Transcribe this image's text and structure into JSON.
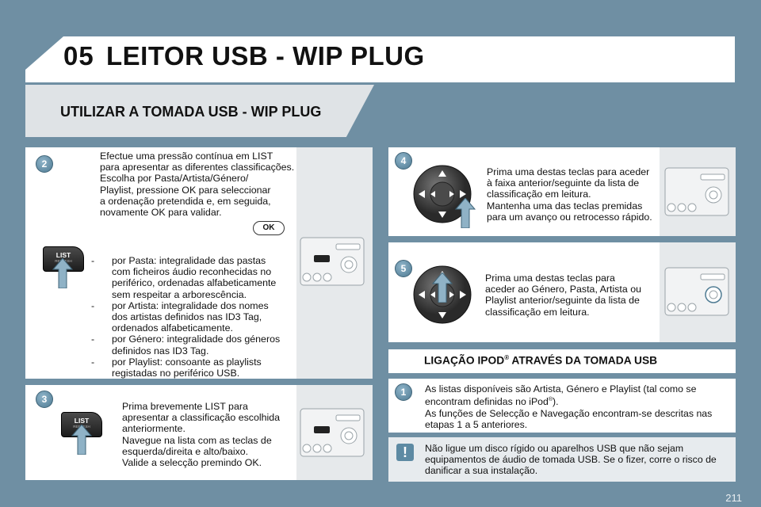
{
  "header": {
    "chapter": "05",
    "title": "LEITOR USB - WIP PLUG",
    "section": "UTILIZAR A TOMADA USB - WIP PLUG"
  },
  "step2": {
    "badge": "2",
    "intro": [
      "Efectue uma pressão contínua em LIST",
      "para apresentar as diferentes classificações.",
      "Escolha por Pasta/Artista/Género/",
      "Playlist, pressione OK para seleccionar",
      "a ordenação pretendida e, em seguida,",
      "novamente OK para validar."
    ],
    "ok_label": "OK",
    "list_label": "LIST",
    "list_sub": "REFRESH",
    "bullets": [
      {
        "dash": "-",
        "lines": [
          "por Pasta: integralidade das pastas",
          "com ficheiros áudio reconhecidas no",
          "periférico, ordenadas alfabeticamente",
          "sem respeitar a arborescência."
        ]
      },
      {
        "dash": "-",
        "lines": [
          "por Artista: integralidade dos nomes",
          "dos artistas definidos nas ID3 Tag,",
          "ordenados alfabeticamente."
        ]
      },
      {
        "dash": "-",
        "lines": [
          "por Género: integralidade dos géneros",
          "definidos nas ID3 Tag."
        ]
      },
      {
        "dash": "-",
        "lines": [
          "por Playlist: consoante as playlists",
          "registadas no periférico USB."
        ]
      }
    ]
  },
  "step3": {
    "badge": "3",
    "list_label": "LIST",
    "list_sub": "REFRESH",
    "lines": [
      "Prima brevemente LIST para",
      "apresentar a classificação escolhida",
      "anteriormente.",
      "Navegue na lista com as teclas de",
      "esquerda/direita e alto/baixo.",
      "Valide a selecção premindo OK."
    ]
  },
  "step4": {
    "badge": "4",
    "lines": [
      "Prima uma destas teclas para aceder",
      "à faixa anterior/seguinte da lista de",
      "classificação em leitura.",
      "Mantenha uma das teclas premidas",
      "para um avanço ou retrocesso rápido."
    ]
  },
  "step5": {
    "badge": "5",
    "lines": [
      "Prima uma destas teclas para",
      "aceder ao Género, Pasta, Artista ou",
      "Playlist anterior/seguinte da lista de",
      "classificação em leitura."
    ]
  },
  "ipod": {
    "title_pre": "LIGAÇÃO IPOD",
    "title_sup": "®",
    "title_post": " ATRAVÉS DA TOMADA USB",
    "badge": "1",
    "line1": "As listas disponíveis são Artista, Género e Playlist (tal como se",
    "line2_pre": "encontram definidas no iPod",
    "line2_sup": "®",
    "line2_post": ").",
    "line3": "As funções de Selecção e Navegação encontram-se descritas nas",
    "line4": "etapas 1 a 5 anteriores."
  },
  "warning": {
    "badge": "!",
    "lines": [
      "Não ligue um disco rígido ou aparelhos USB que não sejam",
      "equipamentos de áudio de tomada USB. Se o fizer, corre o risco de",
      "danificar a sua instalação."
    ]
  },
  "page_number": "211",
  "colors": {
    "background": "#6f8fa3",
    "badge": "#5d8aa3",
    "panel": "#ffffff"
  }
}
